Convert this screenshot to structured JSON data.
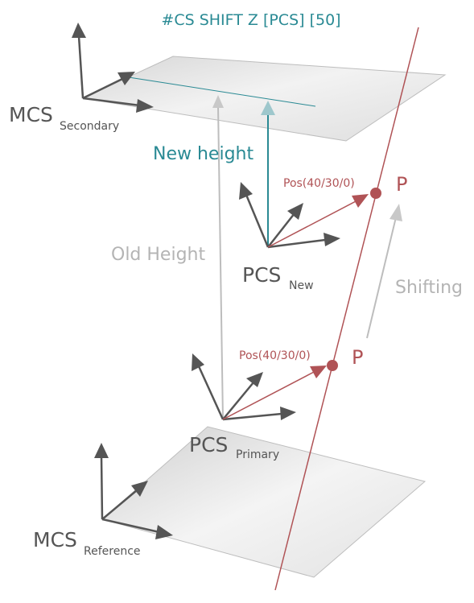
{
  "title": "#CS SHIFT Z [PCS] [50]",
  "labels": {
    "mcs_secondary_main": "MCS",
    "mcs_secondary_sub": "Secondary",
    "mcs_reference_main": "MCS",
    "mcs_reference_sub": "Reference",
    "pcs_new_main": "PCS",
    "pcs_new_sub": "New",
    "pcs_primary_main": "PCS",
    "pcs_primary_sub": "Primary",
    "new_height": "New height",
    "old_height": "Old Height",
    "shifting": "Shifting",
    "pos_new": "Pos(40/30/0)",
    "pos_primary": "Pos(40/30/0)",
    "point_new": "P",
    "point_primary": "P"
  },
  "colors": {
    "teal": "#2a8a94",
    "red": "#b05356",
    "dark_arrow": "#555555",
    "light_gray": "#a8a8a8",
    "plane_fill": "#e6e6e6",
    "plane_edge": "#b4b4b4"
  }
}
